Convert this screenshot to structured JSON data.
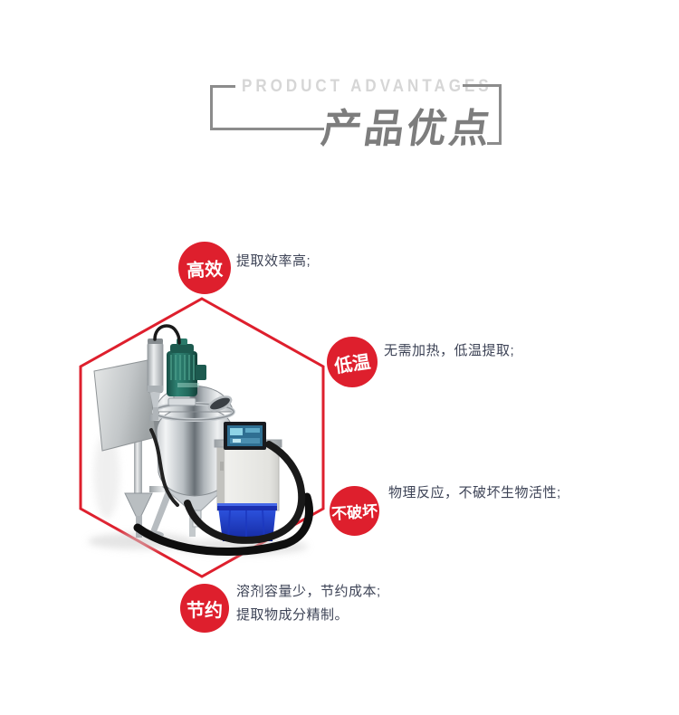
{
  "header": {
    "title_en": "PRODUCT ADVANTAGES",
    "title_cn": "产品优点"
  },
  "features": [
    {
      "label": "高效",
      "desc": "提取效率高;"
    },
    {
      "label": "低温",
      "desc": "无需加热，低温提取;"
    },
    {
      "label": "不破坏",
      "desc": "物理反应，不破坏生物活性;"
    },
    {
      "label": "节约",
      "desc_line1": "溶剂容量少，节约成本;",
      "desc_line2": "提取物成分精制。"
    }
  ],
  "colors": {
    "accent_red": "#de1f2d",
    "text_dark": "#3d4356",
    "title_cn_gray": "#7d7d7d",
    "title_en_light_gray": "#d6d6d6",
    "bracket_gray": "#8c8c8c"
  }
}
